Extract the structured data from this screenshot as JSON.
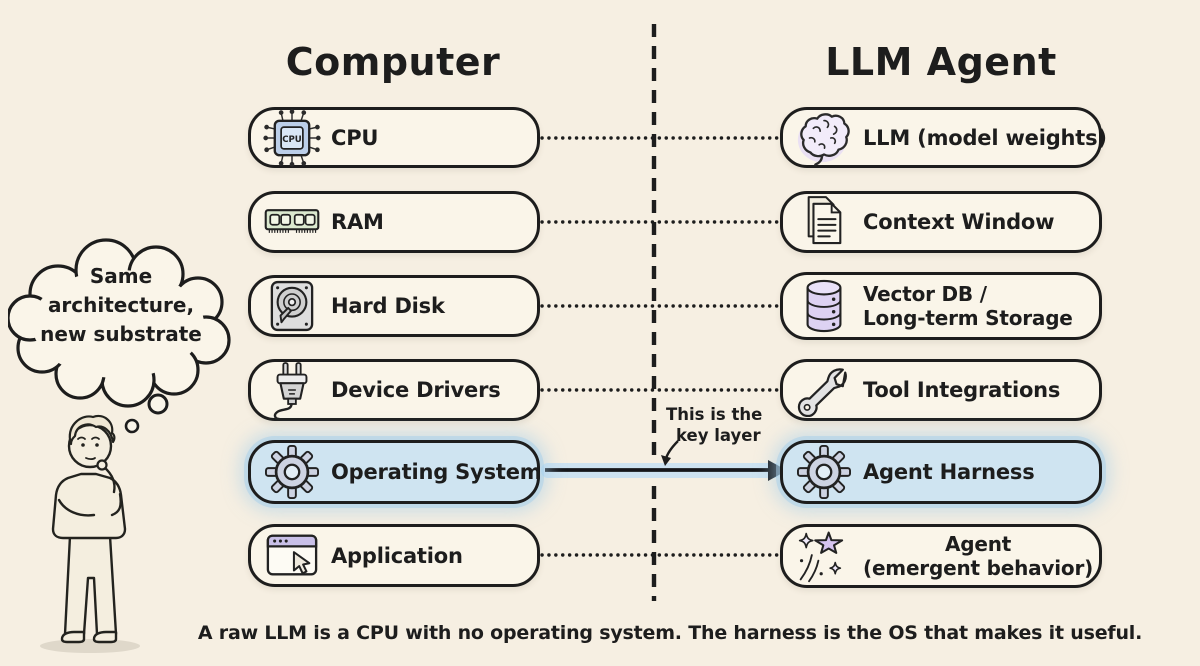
{
  "titles": {
    "computer": "Computer",
    "llm_agent": "LLM Agent"
  },
  "computer": {
    "rows": [
      {
        "icon": "cpu-chip-icon",
        "label": "CPU"
      },
      {
        "icon": "ram-icon",
        "label": "RAM"
      },
      {
        "icon": "hard-disk-icon",
        "label": "Hard Disk"
      },
      {
        "icon": "plug-icon",
        "label": "Device Drivers"
      },
      {
        "icon": "gear-icon",
        "label": "Operating System",
        "highlighted": true
      },
      {
        "icon": "app-window-icon",
        "label": "Application"
      }
    ]
  },
  "agent": {
    "rows": [
      {
        "icon": "brain-icon",
        "label": "LLM (model weights)"
      },
      {
        "icon": "documents-icon",
        "label": "Context Window"
      },
      {
        "icon": "database-icon",
        "label": "Vector DB /",
        "label2": "Long-term Storage"
      },
      {
        "icon": "wrench-icon",
        "label": "Tool Integrations"
      },
      {
        "icon": "gear-icon",
        "label": "Agent Harness",
        "highlighted": true
      },
      {
        "icon": "sparkles-icon",
        "label": "Agent",
        "label2": "(emergent behavior)"
      }
    ]
  },
  "thought_bubble": {
    "line1": "Same",
    "line2": "architecture,",
    "line3": "new substrate"
  },
  "annotation": {
    "line1": "This is the",
    "line2": "key layer"
  },
  "caption": "A raw LLM is a CPU with no operating system. The harness is the OS that makes it useful.",
  "colors": {
    "background": "#f6efe2",
    "box_fill": "#faf5e9",
    "box_border": "#1d1d1d",
    "text": "#1d1d1d",
    "highlight_fill": "#cfe4f1",
    "arrow_band": "#cde2f0",
    "icon_blue": "#bccfe9",
    "icon_green": "#dbe9cf",
    "icon_purple": "#ddd2f2",
    "icon_lavender": "#cdd3e2",
    "icon_gray": "#d9d9d9",
    "star_purple": "#d6c4f0"
  }
}
